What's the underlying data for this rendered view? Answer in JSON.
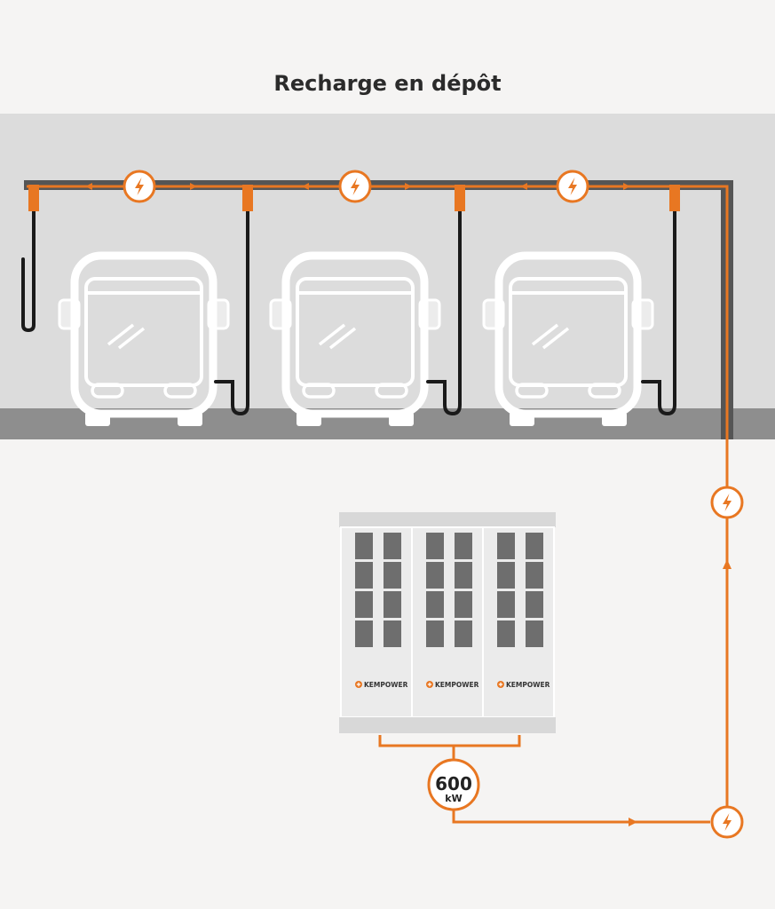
{
  "title": "Recharge en dépôt",
  "power": {
    "value": "600",
    "unit": "kW"
  },
  "brand": "KEMPOWER",
  "buses": [
    {
      "id": "bus-1"
    },
    {
      "id": "bus-2"
    },
    {
      "id": "bus-3"
    }
  ],
  "cabinets": [
    {
      "id": "cabinet-1"
    },
    {
      "id": "cabinet-2"
    },
    {
      "id": "cabinet-3"
    }
  ],
  "colors": {
    "accent": "#e87722",
    "background": "#f5f4f3",
    "depot_wall": "#dcdcdc",
    "depot_floor": "#8e8e8e",
    "charger_module": "#6e6e6e",
    "cable": "#1a1a1a"
  },
  "icons": {
    "power_node": "lightning-bolt-icon",
    "brand_logo": "kempower-plus-logo-icon"
  }
}
